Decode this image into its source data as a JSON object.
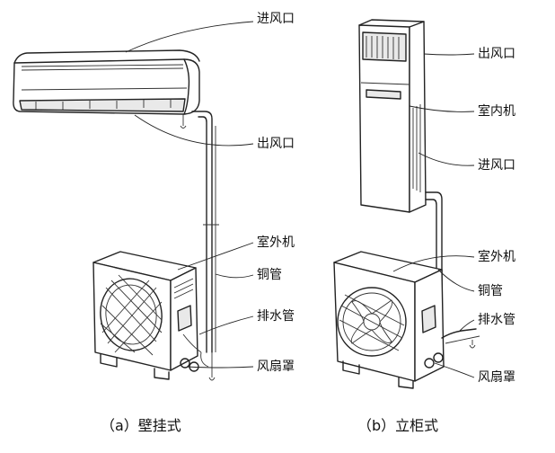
{
  "wall_type": {
    "labels": {
      "air_inlet": "进风口",
      "air_outlet": "出风口",
      "outdoor_unit": "室外机",
      "copper_pipe": "铜管",
      "drain_pipe": "排水管",
      "fan_guard": "风扇罩"
    },
    "caption": "（a）壁挂式"
  },
  "floor_type": {
    "labels": {
      "air_outlet": "出风口",
      "indoor_unit": "室内机",
      "air_inlet": "进风口",
      "outdoor_unit": "室外机",
      "copper_pipe": "铜管",
      "drain_pipe": "排水管",
      "fan_guard": "风扇罩"
    },
    "caption": "（b）立柜式"
  }
}
